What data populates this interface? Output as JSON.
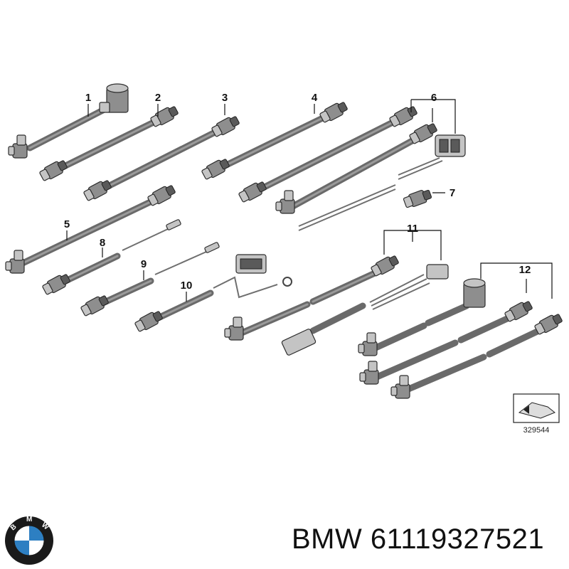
{
  "labels": [
    "1",
    "2",
    "3",
    "4",
    "5",
    "6",
    "7",
    "8",
    "9",
    "10",
    "11",
    "12"
  ],
  "ref_code": "329544",
  "brand": {
    "name": "BMW",
    "part_number": "61119327521"
  },
  "logo": {
    "letters": [
      "B",
      "M",
      "W"
    ],
    "colors": {
      "blue": "#2d7fc2",
      "white": "#ffffff",
      "ring": "#1a1a1a"
    }
  },
  "icons": [
    "cable-assembly-icon",
    "angled-connector-icon",
    "straight-connector-icon",
    "plug-housing-icon",
    "reference-arrow-icon",
    "bmw-logo-icon"
  ]
}
